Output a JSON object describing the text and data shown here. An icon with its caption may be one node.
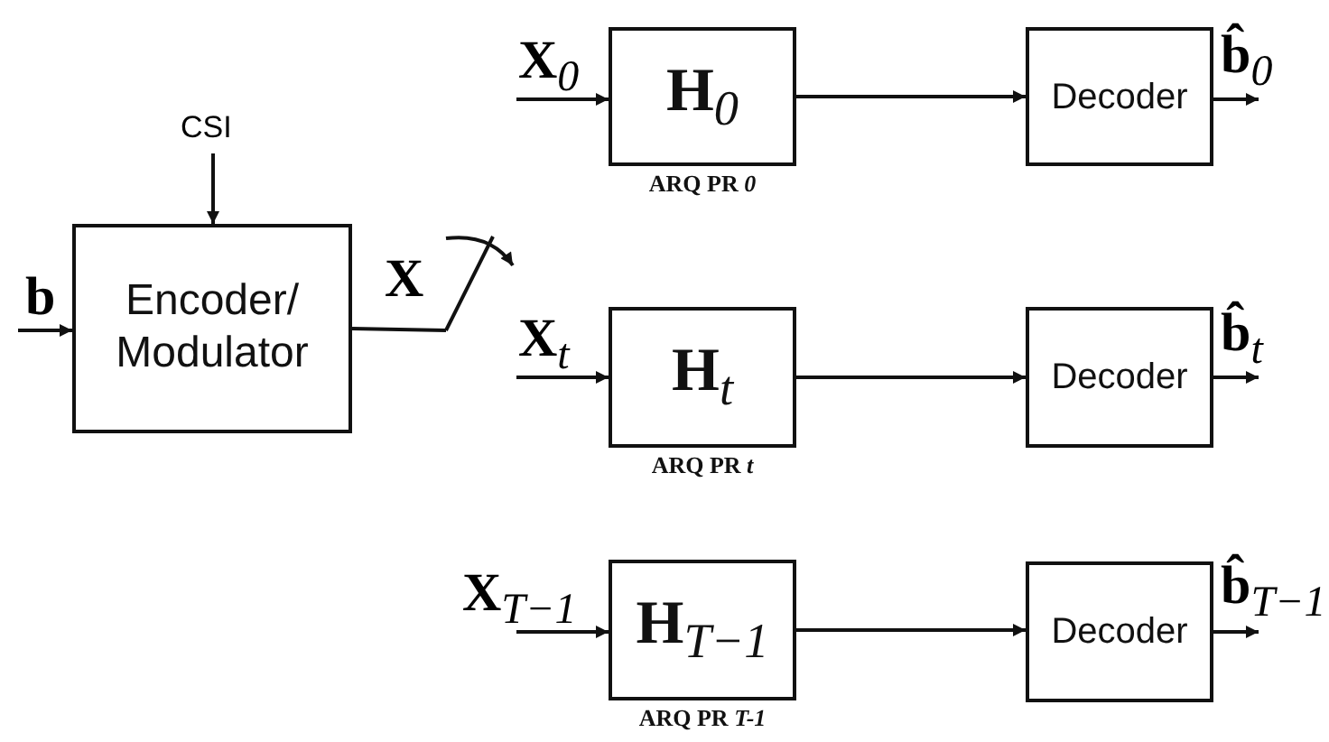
{
  "diagram": {
    "nodes": [
      {
        "text": [
          "Encoder/ Modulator"
        ]
      },
      {
        "text": [
          "**H**$_{0}$"
        ],
        "beside": [
          "ARQ PR *0*"
        ]
      },
      {
        "text": [
          "Decoder"
        ]
      },
      {
        "text": [
          "**H**$_{t}$"
        ],
        "beside": [
          "ARQ PR *t*"
        ]
      },
      {
        "text": [
          "Decoder"
        ]
      },
      {
        "text": [
          "**H**$_{T−1}$"
        ],
        "beside": [
          "ARQ PR *T-1*"
        ]
      },
      {
        "text": [
          "Decoder"
        ]
      },
      {
        "text": [],
        "shape": "switch"
      }
    ],
    "edges": [
      {
        "from": null,
        "to": 0,
        "arrow": "to",
        "label": "CSI"
      },
      {
        "from": null,
        "to": 0,
        "arrow": "to",
        "label": "b"
      },
      {
        "from": 0,
        "to": 7,
        "arrow": "none"
      },
      {
        "from": null,
        "to": 1,
        "arrow": "to",
        "label": "**X**$_{0}$"
      },
      {
        "from": 1,
        "to": 2,
        "arrow": "to"
      },
      {
        "from": 2,
        "to": null,
        "arrow": "to",
        "label": "**b̂**$_{0}$"
      },
      {
        "from": null,
        "to": 3,
        "arrow": "to",
        "label": "**X**$_{t}$"
      },
      {
        "from": 3,
        "to": 4,
        "arrow": "to"
      },
      {
        "from": 4,
        "to": null,
        "arrow": "to",
        "label": "**b̂**$_{t}$"
      },
      {
        "from": null,
        "to": 5,
        "arrow": "to",
        "label": "**X**$_{T−1}$"
      },
      {
        "from": 5,
        "to": 6,
        "arrow": "to"
      },
      {
        "from": 6,
        "to": null,
        "arrow": "to",
        "label": "**b̂**$_{T−1}$"
      }
    ],
    "labels": [
      "X"
    ]
  }
}
